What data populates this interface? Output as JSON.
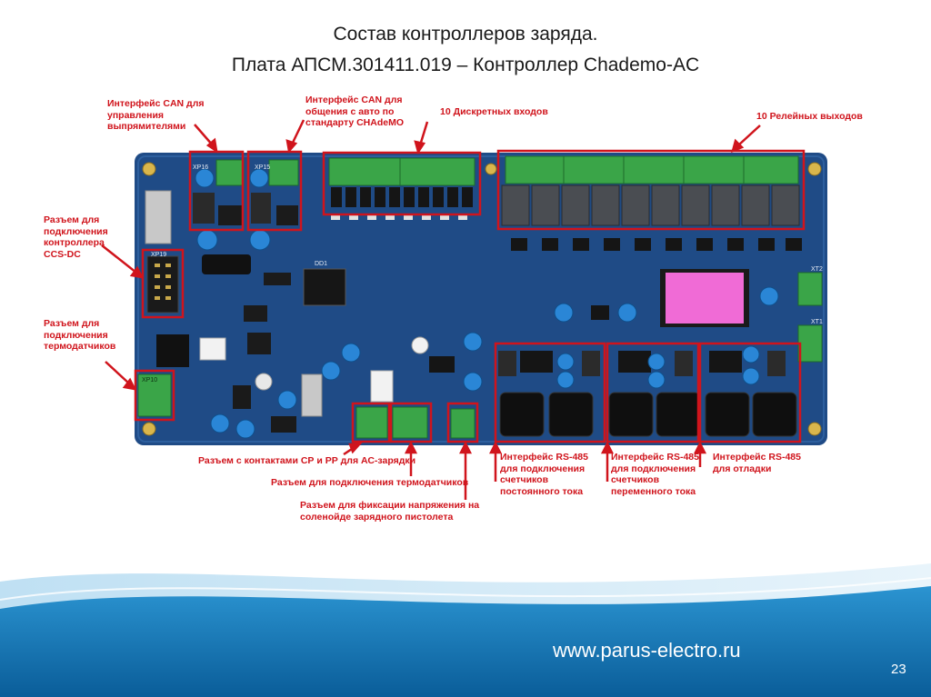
{
  "slide": {
    "title_line1": "Состав контроллеров заряда.",
    "title_line2": "Плата АПСМ.301411.019 – Контроллер Chademo-AC",
    "website": "www.parus-electro.ru",
    "page_number": "23"
  },
  "labels": {
    "can_rectifiers": [
      "Интерфейс CAN для",
      "управления",
      "выпрямителями"
    ],
    "can_vehicle": [
      "Интерфейс CAN для",
      "общения с авто по",
      "стандарту CHAdeMO"
    ],
    "discrete_inputs": "10 Дискретных входов",
    "relay_outputs": "10 Релейных выходов",
    "ccs_connector": [
      "Разъем для",
      "подключения",
      "контроллера",
      "CCS-DC"
    ],
    "thermo_connector_left": [
      "Разъем для",
      "подключения",
      "термодатчиков"
    ],
    "cp_pp_connector": "Разъем с контактами СР и РР для АС-зарядки",
    "thermo_connector_bottom": "Разъем для подключения термодатчиков",
    "solenoid_connector": [
      "Разъем для фиксации напряжения на",
      "соленойде зарядного пистолета"
    ],
    "rs485_dc": [
      "Интерфейс RS-485",
      "для подключения",
      "счетчиков",
      "постоянного тока"
    ],
    "rs485_ac": [
      "Интерфейс RS-485",
      "для подключения",
      "счетчиков",
      "переменного тока"
    ],
    "rs485_debug": [
      "Интерфейс RS-485",
      "для отладки"
    ]
  },
  "board_markings": {
    "xp19": "XP19",
    "xp10": "XP10",
    "xp16": "XP16",
    "xp15": "XP15",
    "dd1": "DD1",
    "xt1": "XT1",
    "xt2": "XT2"
  },
  "colors": {
    "pcb": "#1f4b86",
    "annotation": "#d0141c",
    "connector": "#3aa548",
    "relay": "#4a4d52",
    "capacitor": "#2a86d6",
    "wave_dark": "#0a5d99",
    "wave_light": "#2b94d1"
  }
}
